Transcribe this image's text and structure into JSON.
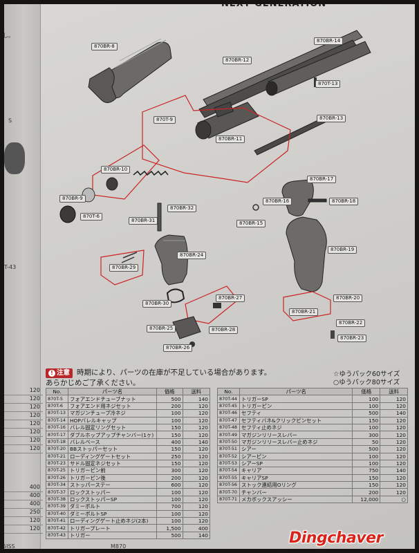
{
  "header": {
    "text": "NEXT GENERATION"
  },
  "left_page": {
    "fragments": [
      "し。",
      "S",
      "T-43",
      "5ISS"
    ],
    "table_values": [
      "120",
      "120",
      "120",
      "120",
      "120",
      "120",
      "120",
      "120",
      "400",
      "400",
      "400",
      "250",
      "120",
      "120"
    ]
  },
  "diagram": {
    "labels": [
      "870BR-8",
      "870BR-14",
      "870BR-12",
      "870T-13",
      "870T-9",
      "870BR-13",
      "870BR-11",
      "870BR-10",
      "870BR-9",
      "870T-6",
      "870BR-32",
      "870BR-31",
      "870BR-17",
      "870BR-16",
      "870BR-18",
      "870BR-15",
      "870BR-29",
      "870BR-24",
      "870BR-19",
      "870BR-27",
      "870BR-30",
      "870BR-20",
      "870BR-21",
      "870BR-25",
      "870BR-28",
      "870BR-26",
      "870BR-22",
      "870BR-23"
    ]
  },
  "notice": {
    "badge": "注意",
    "line1": "時期により、パーツの在庫が不足している場合があります。",
    "line2": "あらかじめご了承ください。"
  },
  "shipping": {
    "line1": "☆ゆうパック60サイズ",
    "line2": "○ゆうパック80サイズ"
  },
  "table_headers": {
    "no": "No.",
    "name": "パーツ名",
    "price": "価格",
    "ship": "送料"
  },
  "parts_left": [
    {
      "no": "870T-5",
      "name": "フォアエンドチューブナット",
      "price": "500",
      "ship": "140"
    },
    {
      "no": "870T-6",
      "name": "フォアエンド用ネジセット",
      "price": "200",
      "ship": "120"
    },
    {
      "no": "870T-13",
      "name": "マガジンチューブ冷ネジ",
      "price": "100",
      "ship": "120"
    },
    {
      "no": "870T-14",
      "name": "HOPバレルキャップ",
      "price": "100",
      "ship": "120"
    },
    {
      "no": "870T-16",
      "name": "バレル固定リングセット",
      "price": "150",
      "ship": "120"
    },
    {
      "no": "870T-17",
      "name": "ダブルホップアップチャンバー(1ヶ)",
      "price": "150",
      "ship": "120"
    },
    {
      "no": "870T-18",
      "name": "バレルベース",
      "price": "400",
      "ship": "140"
    },
    {
      "no": "870T-20",
      "name": "BBストッパーセット",
      "price": "150",
      "ship": "120"
    },
    {
      "no": "870T-21",
      "name": "ローディングゲートセット",
      "price": "250",
      "ship": "120"
    },
    {
      "no": "870T-23",
      "name": "サドル固定ネジセット",
      "price": "150",
      "ship": "120"
    },
    {
      "no": "870T-25",
      "name": "トリガーピン前",
      "price": "300",
      "ship": "120"
    },
    {
      "no": "870T-26",
      "name": "トリガーピン後",
      "price": "200",
      "ship": "120"
    },
    {
      "no": "870T-34",
      "name": "ストッパーステー",
      "price": "600",
      "ship": "120"
    },
    {
      "no": "870T-37",
      "name": "ロックストッパー",
      "price": "100",
      "ship": "120"
    },
    {
      "no": "870T-38",
      "name": "ロックストッパーSP",
      "price": "100",
      "ship": "120"
    },
    {
      "no": "870T-39",
      "name": "ダミーボルト",
      "price": "700",
      "ship": "120"
    },
    {
      "no": "870T-40",
      "name": "ダミーボルトSP",
      "price": "100",
      "ship": "120"
    },
    {
      "no": "870T-41",
      "name": "ローディングゲート止めネジ(2本)",
      "price": "100",
      "ship": "120"
    },
    {
      "no": "870T-42",
      "name": "トリガープレート",
      "price": "1,500",
      "ship": "400"
    },
    {
      "no": "870T-43",
      "name": "トリガー",
      "price": "500",
      "ship": "140"
    }
  ],
  "parts_right": [
    {
      "no": "870T-44",
      "name": "トリガーSP",
      "price": "100",
      "ship": "120"
    },
    {
      "no": "870T-45",
      "name": "トリガーピン",
      "price": "100",
      "ship": "120"
    },
    {
      "no": "870T-46",
      "name": "セフティ",
      "price": "500",
      "ship": "140"
    },
    {
      "no": "870T-47",
      "name": "セフティバネ&クリックピンセット",
      "price": "150",
      "ship": "120"
    },
    {
      "no": "870T-48",
      "name": "セフティ止めネジ",
      "price": "100",
      "ship": "120"
    },
    {
      "no": "870T-49",
      "name": "マガジンリリースレバー",
      "price": "300",
      "ship": "120"
    },
    {
      "no": "870T-50",
      "name": "マガジンリリースレバー止めネジ",
      "price": "50",
      "ship": "120"
    },
    {
      "no": "870T-51",
      "name": "シアー",
      "price": "500",
      "ship": "120"
    },
    {
      "no": "870T-52",
      "name": "シアーピン",
      "price": "100",
      "ship": "120"
    },
    {
      "no": "870T-53",
      "name": "シアーSP",
      "price": "100",
      "ship": "120"
    },
    {
      "no": "870T-54",
      "name": "キャリア",
      "price": "750",
      "ship": "140"
    },
    {
      "no": "870T-55",
      "name": "キャリアSP",
      "price": "150",
      "ship": "120"
    },
    {
      "no": "870T-56",
      "name": "ストック連結用Oリング",
      "price": "150",
      "ship": "120"
    },
    {
      "no": "870T-70",
      "name": "チャンバー",
      "price": "200",
      "ship": "120"
    },
    {
      "no": "870T-71",
      "name": "メカボックスアッシー",
      "price": "12,000",
      "ship": "○"
    }
  ],
  "footer": {
    "text": "M870"
  },
  "watermark": "Dingchaver",
  "colors": {
    "accent_red": "#b8282a",
    "watermark_red": "#d8241a"
  }
}
